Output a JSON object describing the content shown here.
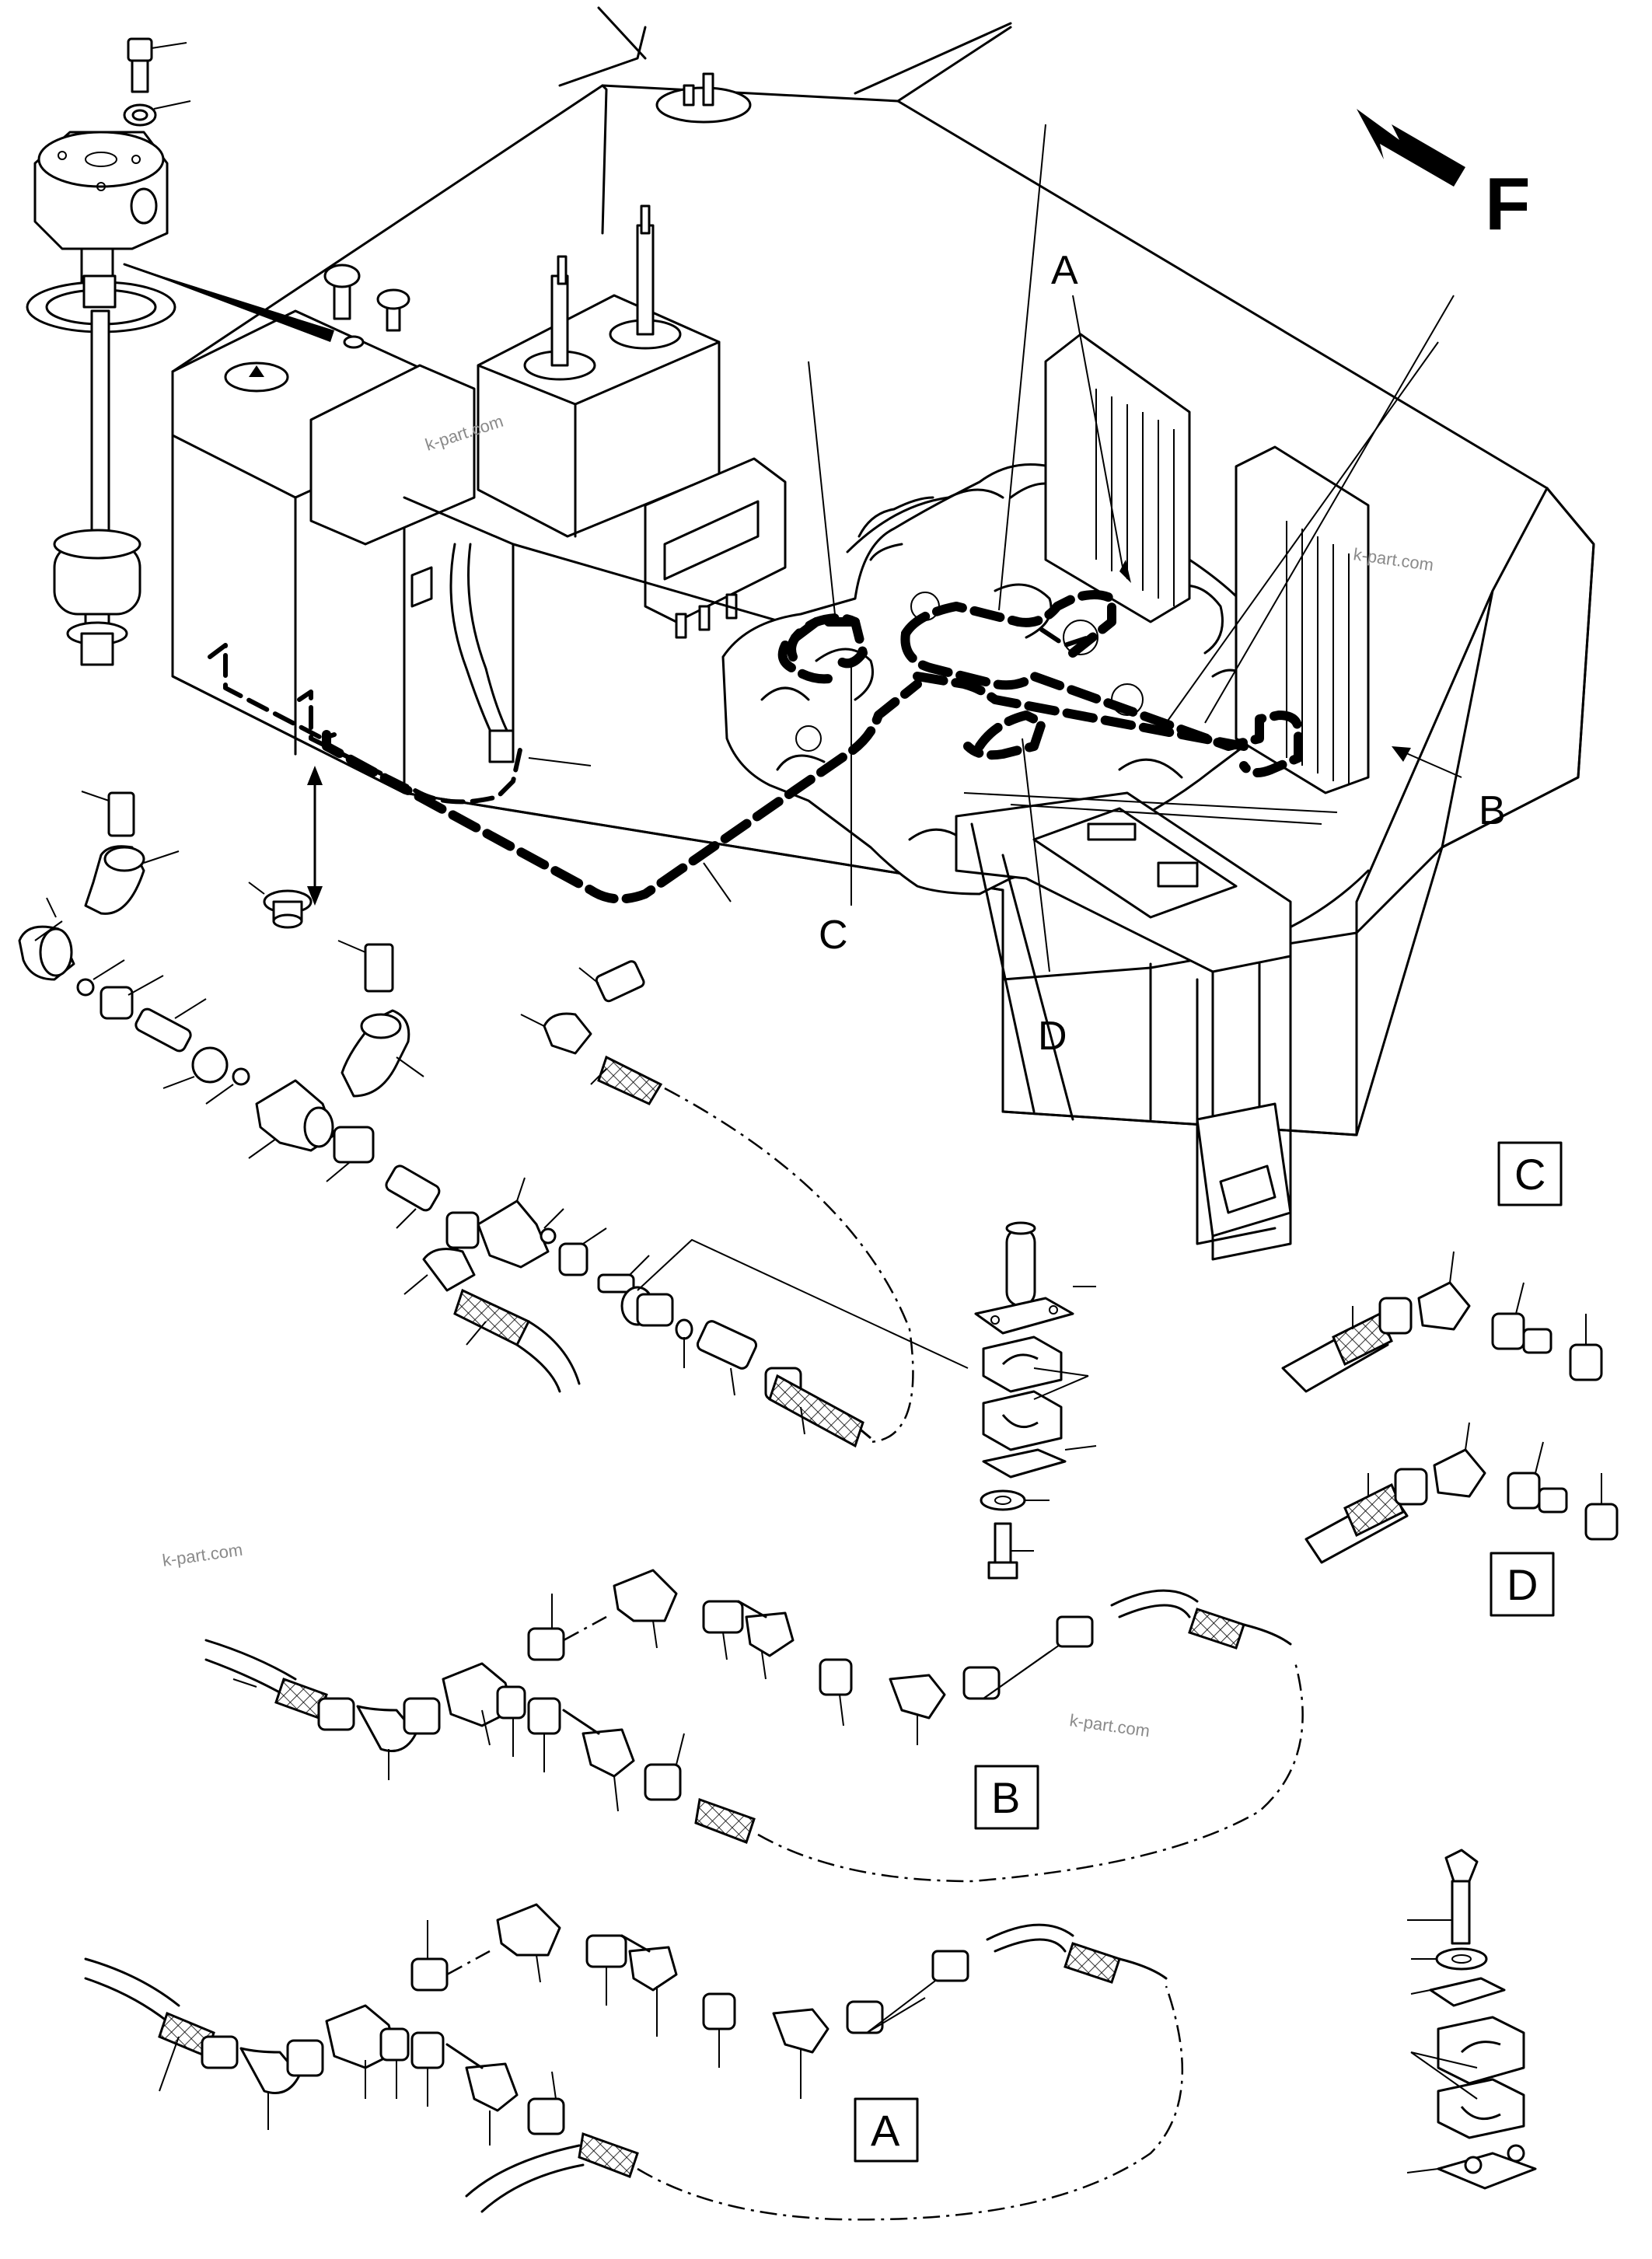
{
  "direction_label": "F",
  "callouts": {
    "a": "A",
    "b": "B",
    "c": "C",
    "d": "D"
  },
  "detail_boxes": {
    "a": "A",
    "b": "B",
    "c": "C",
    "d": "D"
  },
  "watermarks": [
    "k-part.com",
    "k-part.com",
    "k-part.com",
    "k-part.com"
  ]
}
